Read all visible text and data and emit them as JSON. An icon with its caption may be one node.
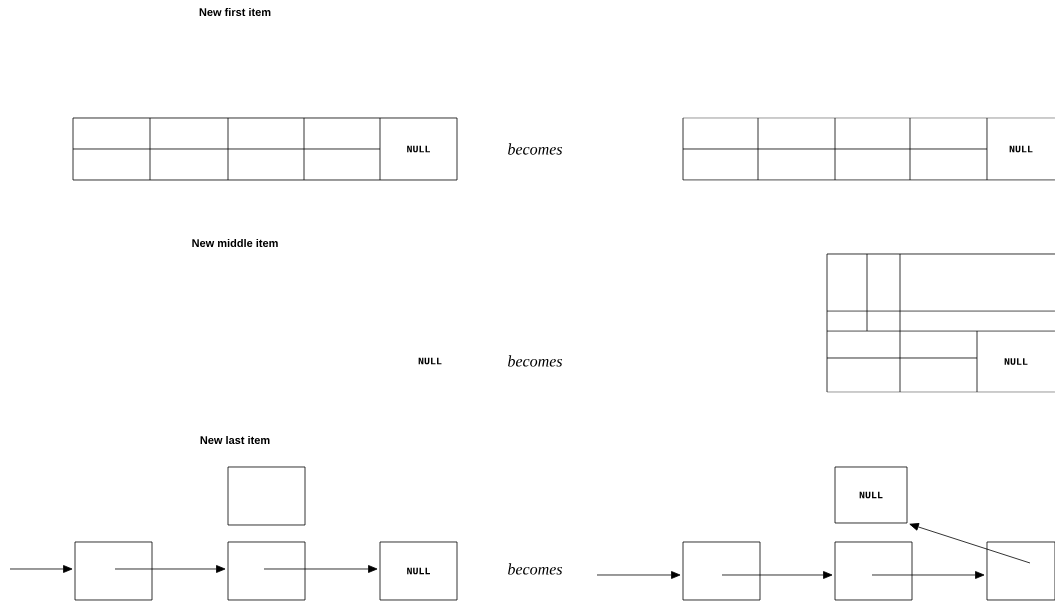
{
  "diagram": {
    "nodes": [
      {
        "text": [
          "NULL"
        ]
      },
      {
        "text": [
          "NULL"
        ]
      },
      {
        "text": [
          "NULL"
        ]
      },
      {
        "text": [],
        "shape": "box"
      },
      {
        "text": [],
        "shape": "box"
      },
      {
        "text": [
          "NULL"
        ]
      },
      {
        "text": [],
        "shape": "box"
      },
      {
        "text": [
          "NULL"
        ]
      },
      {
        "text": [],
        "shape": "box"
      },
      {
        "text": [],
        "shape": "box"
      },
      {
        "text": [],
        "shape": "box"
      }
    ],
    "edges": [
      {
        "from": null,
        "to": 3,
        "arrow": "to"
      },
      {
        "from": 3,
        "to": 4,
        "arrow": "to"
      },
      {
        "from": 4,
        "to": 5,
        "arrow": "to"
      },
      {
        "from": null,
        "to": 8,
        "arrow": "to"
      },
      {
        "from": 8,
        "to": 9,
        "arrow": "to"
      },
      {
        "from": 9,
        "to": 10,
        "arrow": "to"
      },
      {
        "from": 10,
        "to": 7,
        "arrow": "to"
      }
    ],
    "labels": [
      "New first item",
      "becomes",
      "New middle item",
      "NULL",
      "becomes",
      "New last item",
      "becomes"
    ]
  }
}
